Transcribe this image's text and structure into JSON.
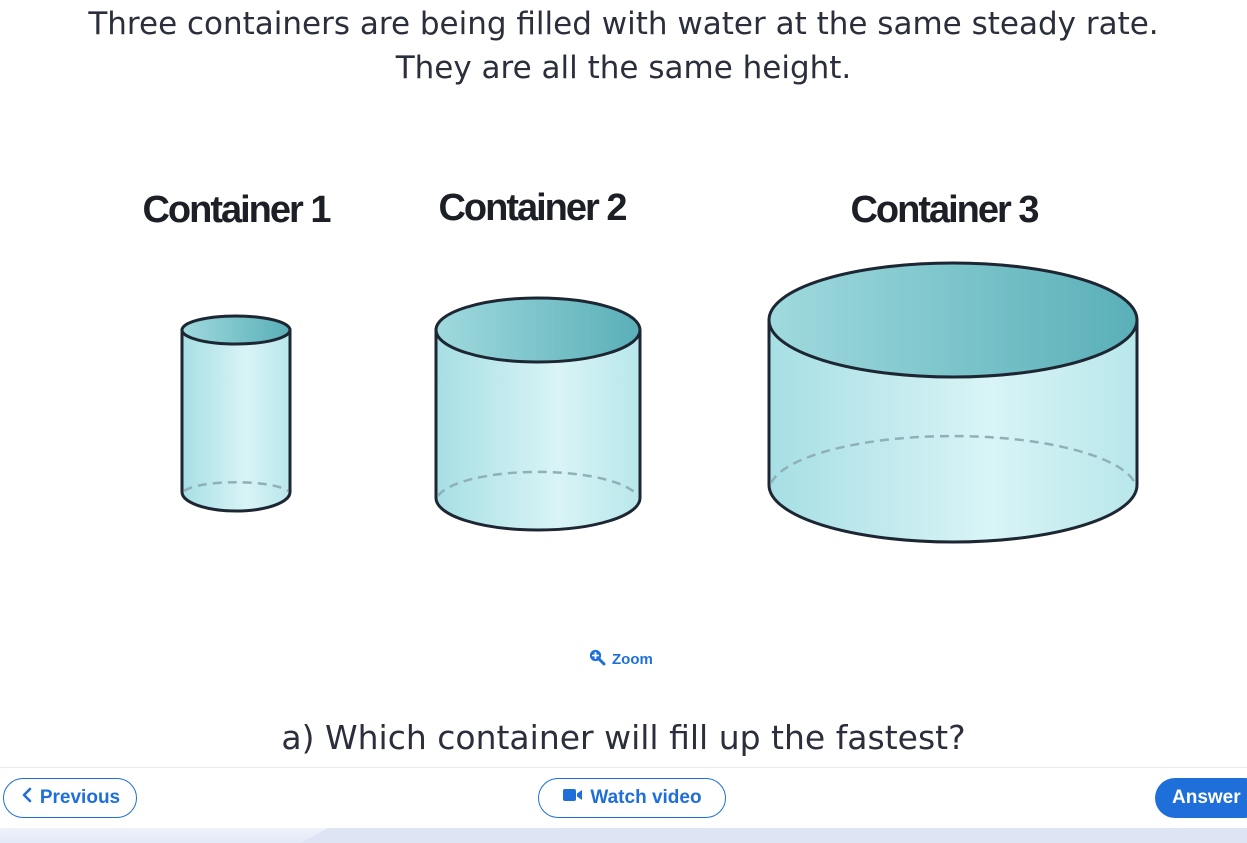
{
  "prompt": {
    "line1": "Three containers are being filled with water at the same steady rate.",
    "line2": "They are all the same height."
  },
  "figure": {
    "containers": [
      {
        "label": "Container 1"
      },
      {
        "label": "Container 2"
      },
      {
        "label": "Container 3"
      }
    ],
    "colors": {
      "water_light": "#d9f4f6",
      "water_mid": "#a8e1e6",
      "water_dark": "#5bb3bb",
      "outline": "#1d2733",
      "hidden_edge": "#8fb0b8"
    }
  },
  "zoom": {
    "label": "Zoom",
    "icon": "zoom-in-icon"
  },
  "question": {
    "text": "a) Which container will fill up the fastest?"
  },
  "nav": {
    "previous_label": "Previous",
    "previous_icon": "chevron-left-icon",
    "video_label": "Watch video",
    "video_icon": "video-camera-icon",
    "answer_label": "Answer"
  },
  "theme": {
    "accent": "#1e6fd9"
  }
}
